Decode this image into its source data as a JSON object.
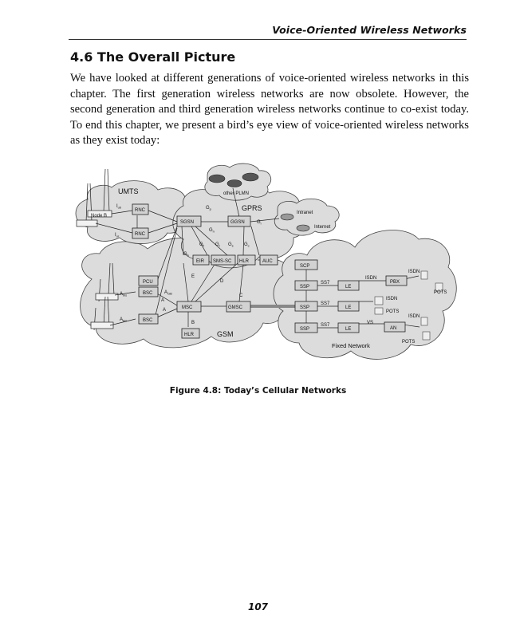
{
  "header": {
    "running_title": "Voice-Oriented Wireless Networks"
  },
  "section": {
    "title": "4.6 The Overall Picture",
    "paragraph": "We have looked at different generations of voice-oriented wireless networks in this chapter. The first generation wireless networks are now obsolete. However, the second generation and third generation wireless networks continue to co-exist today. To end this chapter, we present a bird’s eye view of voice-oriented wireless networks as they exist today:"
  },
  "figure": {
    "caption": "Figure 4.8: Today’s Cellular Networks",
    "clouds": {
      "umts": "UMTS",
      "gprs": "GPRS",
      "gsm": "GSM",
      "other_plmn": "other PLMN",
      "intranet": "Intranet",
      "internet": "Internet",
      "fixed": "Fixed Network"
    },
    "nodes": {
      "node_b": "Node B",
      "rnc1": "RNC",
      "rnc2": "RNC",
      "sgsn": "SGSN",
      "ggsn": "GGSN",
      "eir": "EIR",
      "smssc": "SMS-SC",
      "hlr_g": "HLR",
      "auc": "AUC",
      "pcu": "PCU",
      "bsc1": "BSC",
      "bsc2": "BSC",
      "msc": "MSC",
      "gmsc": "GMSC",
      "hlr_m": "HLR",
      "scp": "SCP",
      "ssp1": "SSP",
      "ssp2": "SSP",
      "ssp3": "SSP",
      "le1": "LE",
      "le2": "LE",
      "le3": "LE",
      "pbx": "PBX",
      "an": "AN"
    },
    "links": {
      "iub": "I",
      "iub_sub": "ub",
      "iur": "I",
      "iur_sub": "ur",
      "gn": "G",
      "gn_sub": "n",
      "gi": "G",
      "gi_sub": "i",
      "gp": "G",
      "gp_sub": "p",
      "gf": "G",
      "gf_sub": "f",
      "gr": "G",
      "gr_sub": "r",
      "gs": "G",
      "gs_sub": "s",
      "gc": "G",
      "gc_sub": "c",
      "gb": "G",
      "gb_sub": "b",
      "abis1": "A",
      "abis1_sub": "bis",
      "abis2": "A",
      "abis2_sub": "bis",
      "agb": "A",
      "agb_sub": "GB",
      "a": "A",
      "a2": "A",
      "b": "B",
      "c": "C",
      "d": "D",
      "e": "E",
      "ss7_1": "SS7",
      "ss7_2": "SS7",
      "ss7_3": "SS7",
      "isdn_1": "ISDN",
      "isdn_2": "ISDN",
      "isdn_3": "ISDN",
      "isdn_4": "ISDN",
      "pots_1": "POTS",
      "pots_2": "POTS",
      "pots_3": "POTS",
      "vs": "VS"
    }
  },
  "footer": {
    "page_number": "107"
  }
}
